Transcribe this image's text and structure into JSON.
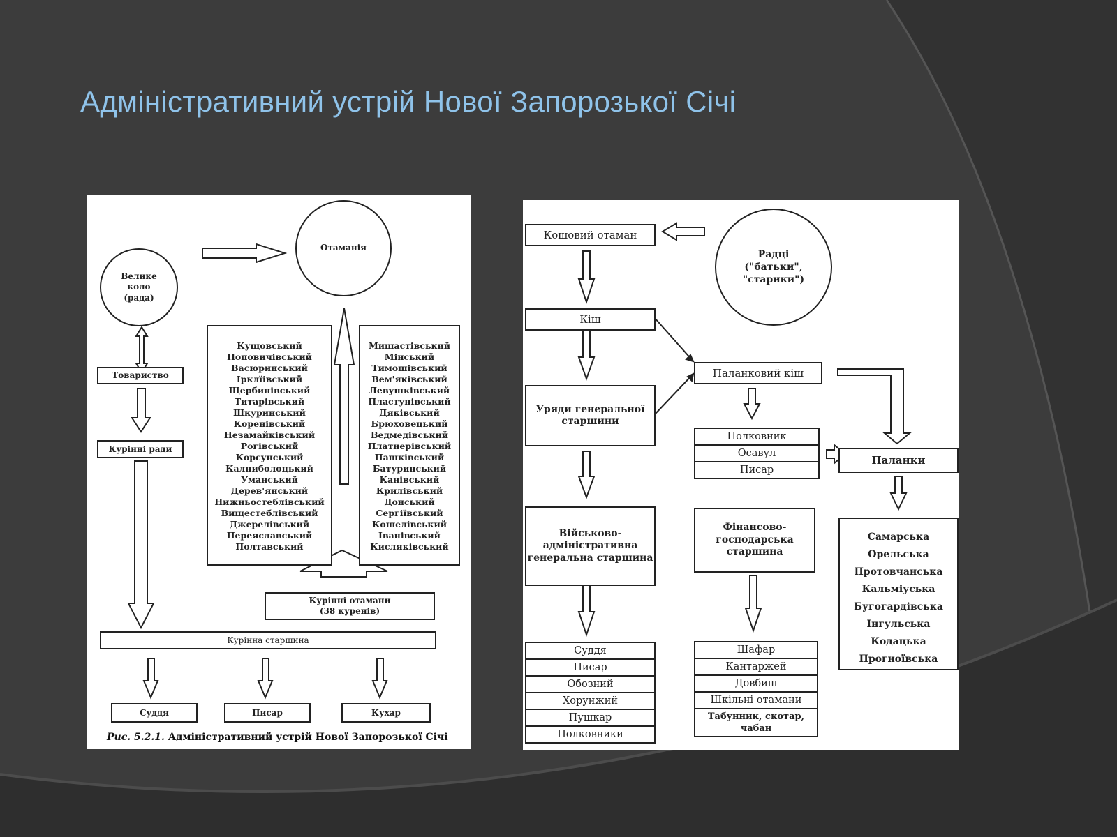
{
  "slide": {
    "title": "Адміністративний устрій Нової Запорозької Січі",
    "colors": {
      "background": "#3c3c3c",
      "title": "#8fc3ea",
      "panel": "#ffffff"
    }
  },
  "left_diagram": {
    "circle_rada": [
      "Велике",
      "коло",
      "(рада)"
    ],
    "circle_otamaniya": "Отаманія",
    "tovarystvo": "Товариство",
    "kurinni_rady": "Курінні ради",
    "kurins_left": [
      "Кущовський",
      "Поповичівський",
      "Васюринський",
      "Ірклїівський",
      "Щербинівський",
      "Титарівський",
      "Шкуринський",
      "Коренівський",
      "Незамайківський",
      "Рогівський",
      "Корсунський",
      "Калниболоцький",
      "Уманський",
      "Дерев'янський",
      "Нижньостеблівський",
      "Вищестеблівський",
      "Джерелівський",
      "Переяславський",
      "Полтавський"
    ],
    "kurins_right": [
      "Мишастівський",
      "Мінський",
      "Тимошівський",
      "Вем'яківський",
      "Левушківський",
      "Пластунівський",
      "Дяківський",
      "Брюховецький",
      "Ведмедівський",
      "Платнерівський",
      "Пашківський",
      "Батуринський",
      "Канівський",
      "Крилівський",
      "Донський",
      "Сергіївський",
      "Кошелівський",
      "Іванівський",
      "Кисляківський"
    ],
    "kurinni_otamany": [
      "Курінні отамани",
      "(38 куренів)"
    ],
    "kurinna_starshyna": "Курінна старшина",
    "bottom": [
      "Суддя",
      "Писар",
      "Кухар"
    ],
    "caption_prefix": "Рис. 5.2.1.",
    "caption_text": " Адміністративний устрій Нової Запорозької Січі"
  },
  "right_diagram": {
    "koshovyi": "Кошовий отаман",
    "radtsi": [
      "Радці",
      "(\"батьки\",",
      "\"старики\")"
    ],
    "kish": "Кіш",
    "uriady": [
      "Уряди генеральної",
      "старшини"
    ],
    "palankovyi_kish": "Паланковий кіш",
    "palanka_officers": [
      "Полковник",
      "Осавул",
      "Писар"
    ],
    "palanky": "Паланки",
    "viiskovo": [
      "Військово-",
      "адміністративна",
      "генеральна старшина"
    ],
    "finansovo": [
      "Фінансово-",
      "господарська",
      "старшина"
    ],
    "palanky_list": [
      "Самарська",
      "Орельська",
      "Протовчанська",
      "Кальміуська",
      "Бугогардівська",
      "Інгульська",
      "Кодацька",
      "Прогноївська"
    ],
    "viiskovo_list": [
      "Суддя",
      "Писар",
      "Обозний",
      "Хорунжий",
      "Пушкар",
      "Полковники"
    ],
    "finansovo_list": [
      "Шафар",
      "Кантаржей",
      "Довбиш",
      "Шкільні отамани"
    ],
    "finansovo_last": [
      "Табунник, скотар,",
      "чабан"
    ]
  }
}
